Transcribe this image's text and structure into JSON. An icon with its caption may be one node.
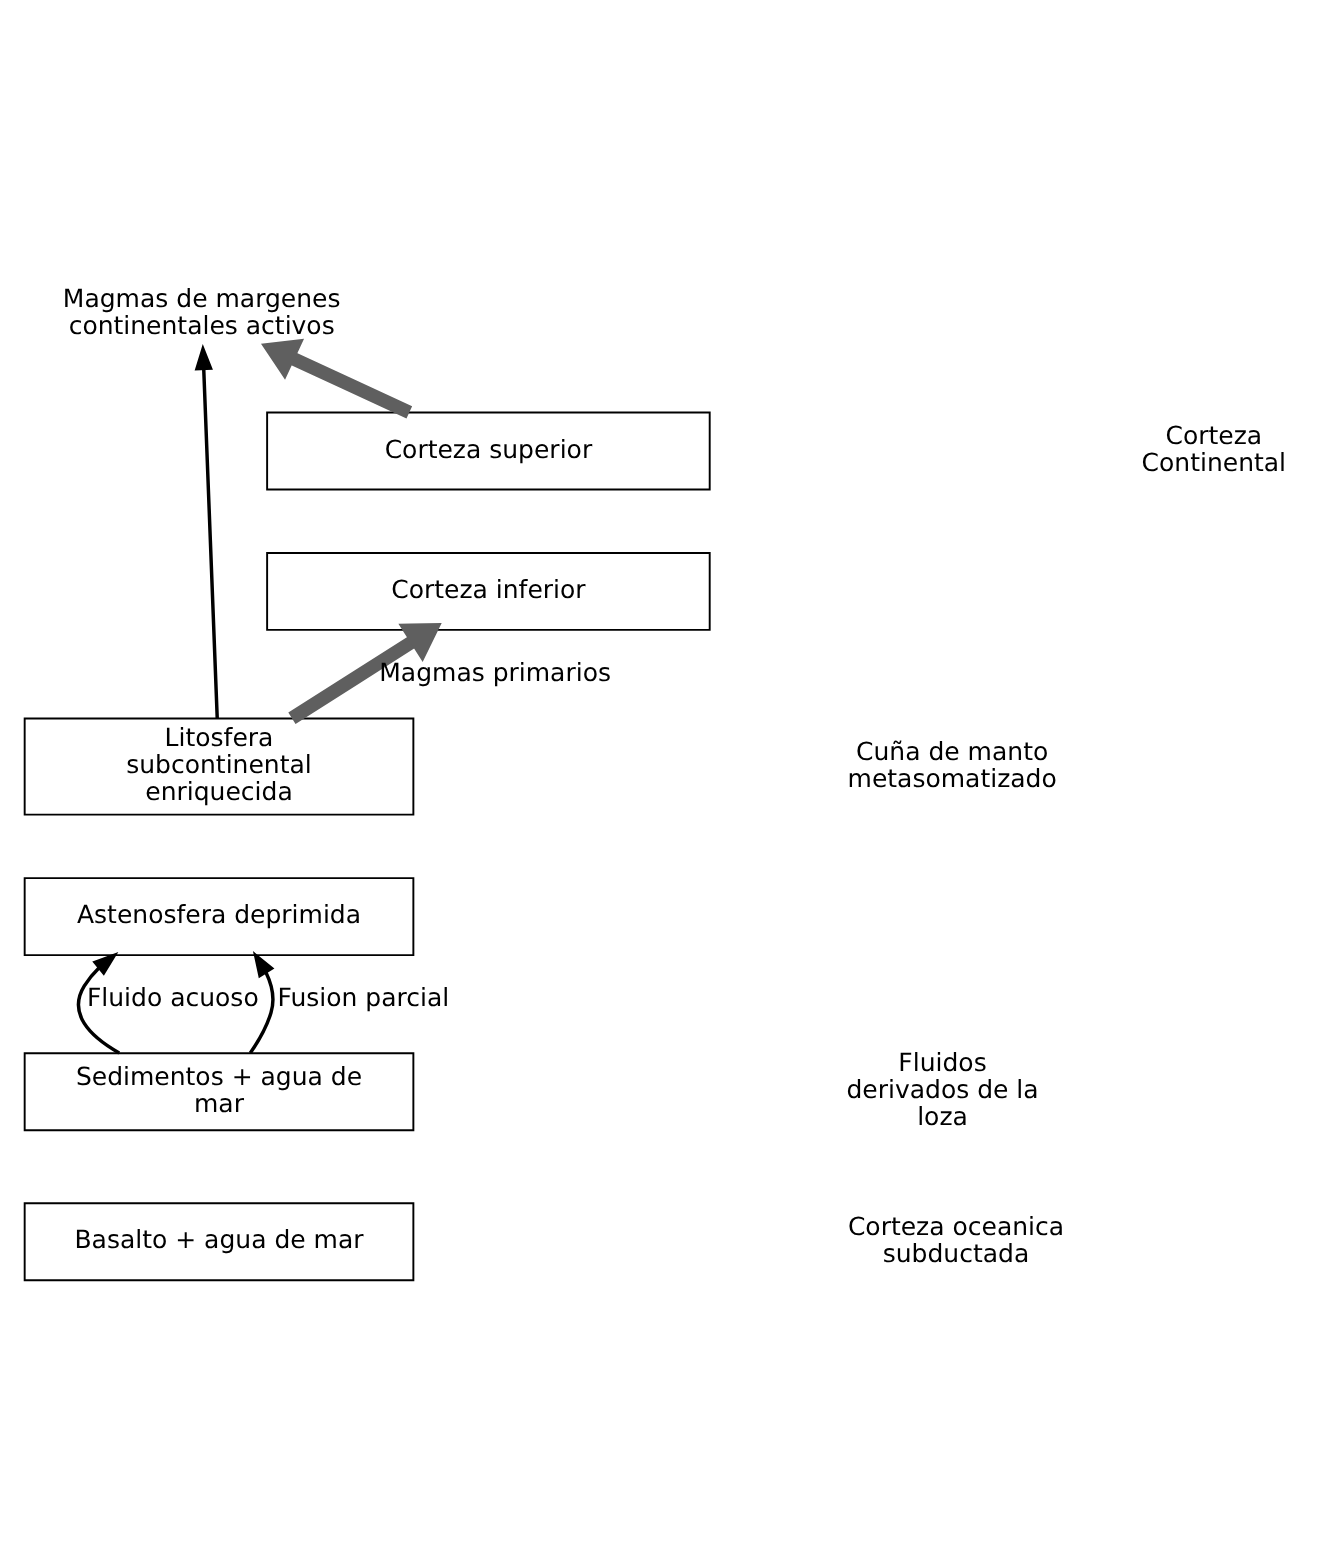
{
  "diagram": {
    "nodes": [
      {
        "text": [
          "Magmas de margenes continentales activos"
        ]
      },
      {
        "text": [
          "Corteza superior"
        ]
      },
      {
        "text": [
          "Corteza inferior"
        ]
      },
      {
        "text": [
          "Litosfera subcontinental enriquecida"
        ]
      },
      {
        "text": [
          "Astenosfera deprimida"
        ]
      },
      {
        "text": [
          "Sedimentos + agua de mar"
        ]
      },
      {
        "text": [
          "Basalto + agua de mar"
        ]
      }
    ],
    "edges": [
      {
        "from": 1,
        "to": 0,
        "arrow": "to",
        "style": "thick",
        "color": "#5f5f5f"
      },
      {
        "from": 3,
        "to": 2,
        "arrow": "to",
        "style": "thick",
        "color": "#5f5f5f",
        "label": "Magmas primarios"
      },
      {
        "from": 3,
        "to": 0,
        "arrow": "to"
      },
      {
        "from": 5,
        "to": 4,
        "arrow": "to",
        "label": "Fluido acuoso"
      },
      {
        "from": 5,
        "to": 4,
        "arrow": "to",
        "label": "Fusion parcial"
      }
    ],
    "labels": [
      "Corteza Continental",
      "Cuña de manto metasomatizado",
      "Fluidos derivados de la loza",
      "Corteza oceanica subductada"
    ]
  }
}
